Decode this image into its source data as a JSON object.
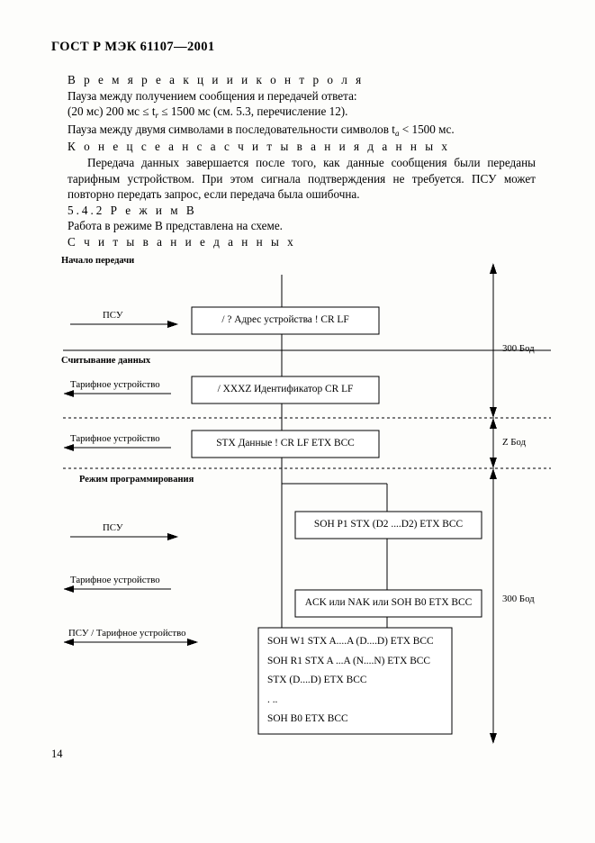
{
  "document": {
    "header": "ГОСТ Р МЭК 61107—2001",
    "page_number": "14"
  },
  "body": {
    "heading_reaction": "В р е м я   р е а к ц и и   и   к о н т р о л я",
    "line_pause_receive": "Пауза между получением сообщения и передачей ответа:",
    "line_timing": "(20 мс) 200 мс ≤ t",
    "line_timing_sub1": "r",
    "line_timing_mid": " ≤ 1500 мс (см. 5.3, перечисление 12).",
    "line_pause_chars": "Пауза между двумя символами в последовательности символов t",
    "line_pause_chars_sub": "a",
    "line_pause_chars_end": " < 1500 мс.",
    "heading_end_session": "К о н е ц   с е а н с а   с ч и т ы в а н и я   д а н н ы х",
    "para_end_session": "Передача данных завершается после того, как данные сообщения были переданы тарифным устройством. При этом сигнала подтверждения не требуется. ПСУ может повторно передать запрос, если передача была ошибочна.",
    "heading_mode_b": "5.4.2 Р е ж и м   В",
    "line_mode_b": "Работа в режиме В представлена на схеме.",
    "heading_read_data": "С ч и т ы в а н и е   д а н н ы х"
  },
  "diagram": {
    "section_labels": [
      "Начало передачи",
      "Считывание данных",
      "Режим программирования"
    ],
    "arrow_labels": [
      "ПСУ",
      "Тарифное устройство",
      "Тарифное устройство",
      "ПСУ",
      "Тарифное устройство",
      "ПСУ / Тарифное устройство"
    ],
    "boxes": [
      "/ ?  Адрес устройства  !  CR  LF",
      "/  XXXZ  Идентификатор  CR  LF",
      "STX  Данные  !  CR  LF  ETX  BCC",
      "SOH  P1  STX  (D2 ....D2)  ETX  BCC",
      "ACK или NAK или SOH  B0  ETX  BCC"
    ],
    "multiline_box": [
      "SOH  W1  STX  A....A (D....D)  ETX  BCC",
      "SOH  R1  STX  A ...A (N....N)  ETX  BCC",
      "STX  (D....D)  ETX  BCC",
      ". ..",
      "SOH  B0  ETX  BCC"
    ],
    "baud_labels": [
      "300 Бод",
      "Z Бод",
      "300 Бод"
    ]
  },
  "colors": {
    "ink": "#000000",
    "paper": "#fdfdfb"
  }
}
